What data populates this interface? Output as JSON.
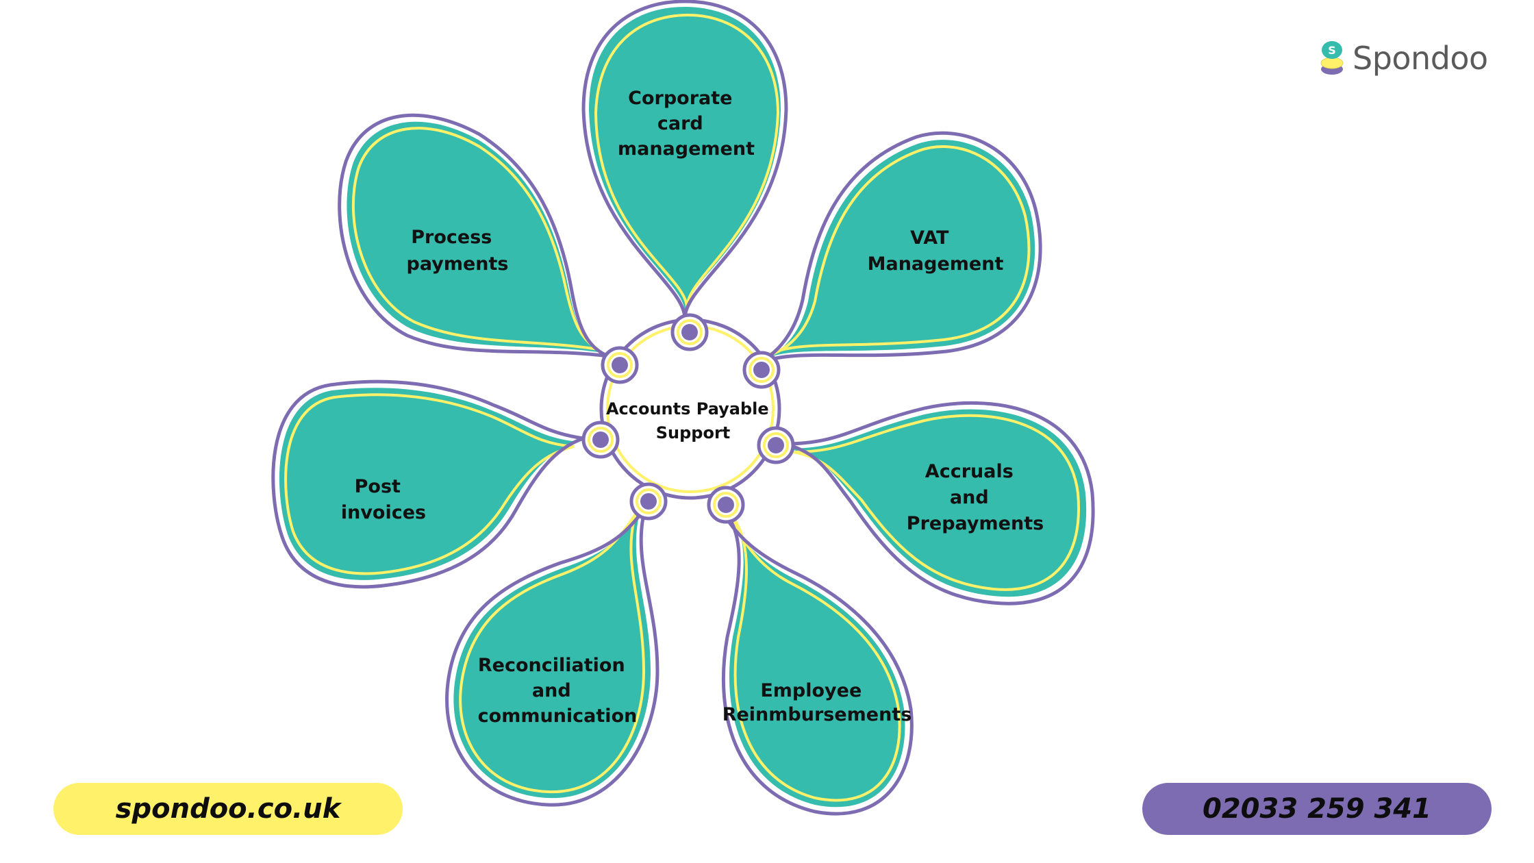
{
  "brand": {
    "name": "Spondoo",
    "logo_letter": "S"
  },
  "center": {
    "title_line1": "Accounts Payable",
    "title_line2": "Support"
  },
  "petals": [
    {
      "id": "corporate-card",
      "lines": [
        "Corporate",
        "card",
        "management"
      ]
    },
    {
      "id": "vat",
      "lines": [
        "VAT",
        "Management"
      ]
    },
    {
      "id": "accruals",
      "lines": [
        "Accruals",
        "and",
        "Prepayments"
      ]
    },
    {
      "id": "employee",
      "lines": [
        "Employee",
        "Reinmbursements"
      ]
    },
    {
      "id": "reconciliation",
      "lines": [
        "Reconciliation",
        "and",
        "communication"
      ]
    },
    {
      "id": "post-invoices",
      "lines": [
        "Post",
        "invoices"
      ]
    },
    {
      "id": "process-payments",
      "lines": [
        "Process",
        "payments"
      ]
    }
  ],
  "footer": {
    "website": "spondoo.co.uk",
    "phone": "02033 259 341"
  },
  "colors": {
    "petal_fill": "#35bcad",
    "outline_purple": "#7e6cb3",
    "outline_yellow": "#fff16a",
    "text_dark": "#111111",
    "logo_gray": "#5a5a5a"
  }
}
